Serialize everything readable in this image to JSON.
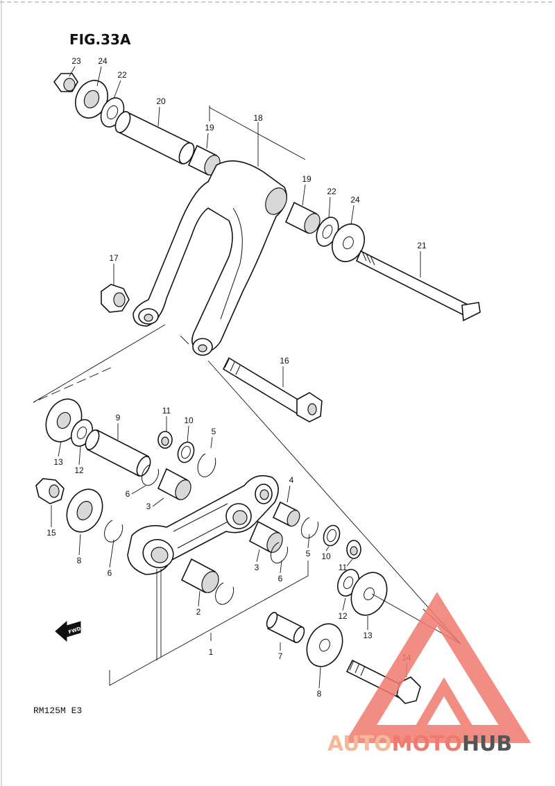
{
  "figure": {
    "title": "FIG.33A",
    "model_code": "RM125M E3",
    "fwd_label": "FWD"
  },
  "watermark": {
    "part1": "AUTO",
    "part2": "MOTO",
    "part3": "HUB",
    "color_light": "#f6b89a",
    "color_mid": "#f07a6e",
    "color_dark": "#555555"
  },
  "callouts": [
    "23",
    "24",
    "22",
    "20",
    "19",
    "18",
    "19",
    "22",
    "24",
    "21",
    "17",
    "16",
    "9",
    "11",
    "10",
    "5",
    "13",
    "12",
    "6",
    "3",
    "4",
    "15",
    "8",
    "6",
    "3",
    "6",
    "5",
    "10",
    "11",
    "2",
    "12",
    "13",
    "14",
    "7",
    "1",
    "8"
  ]
}
